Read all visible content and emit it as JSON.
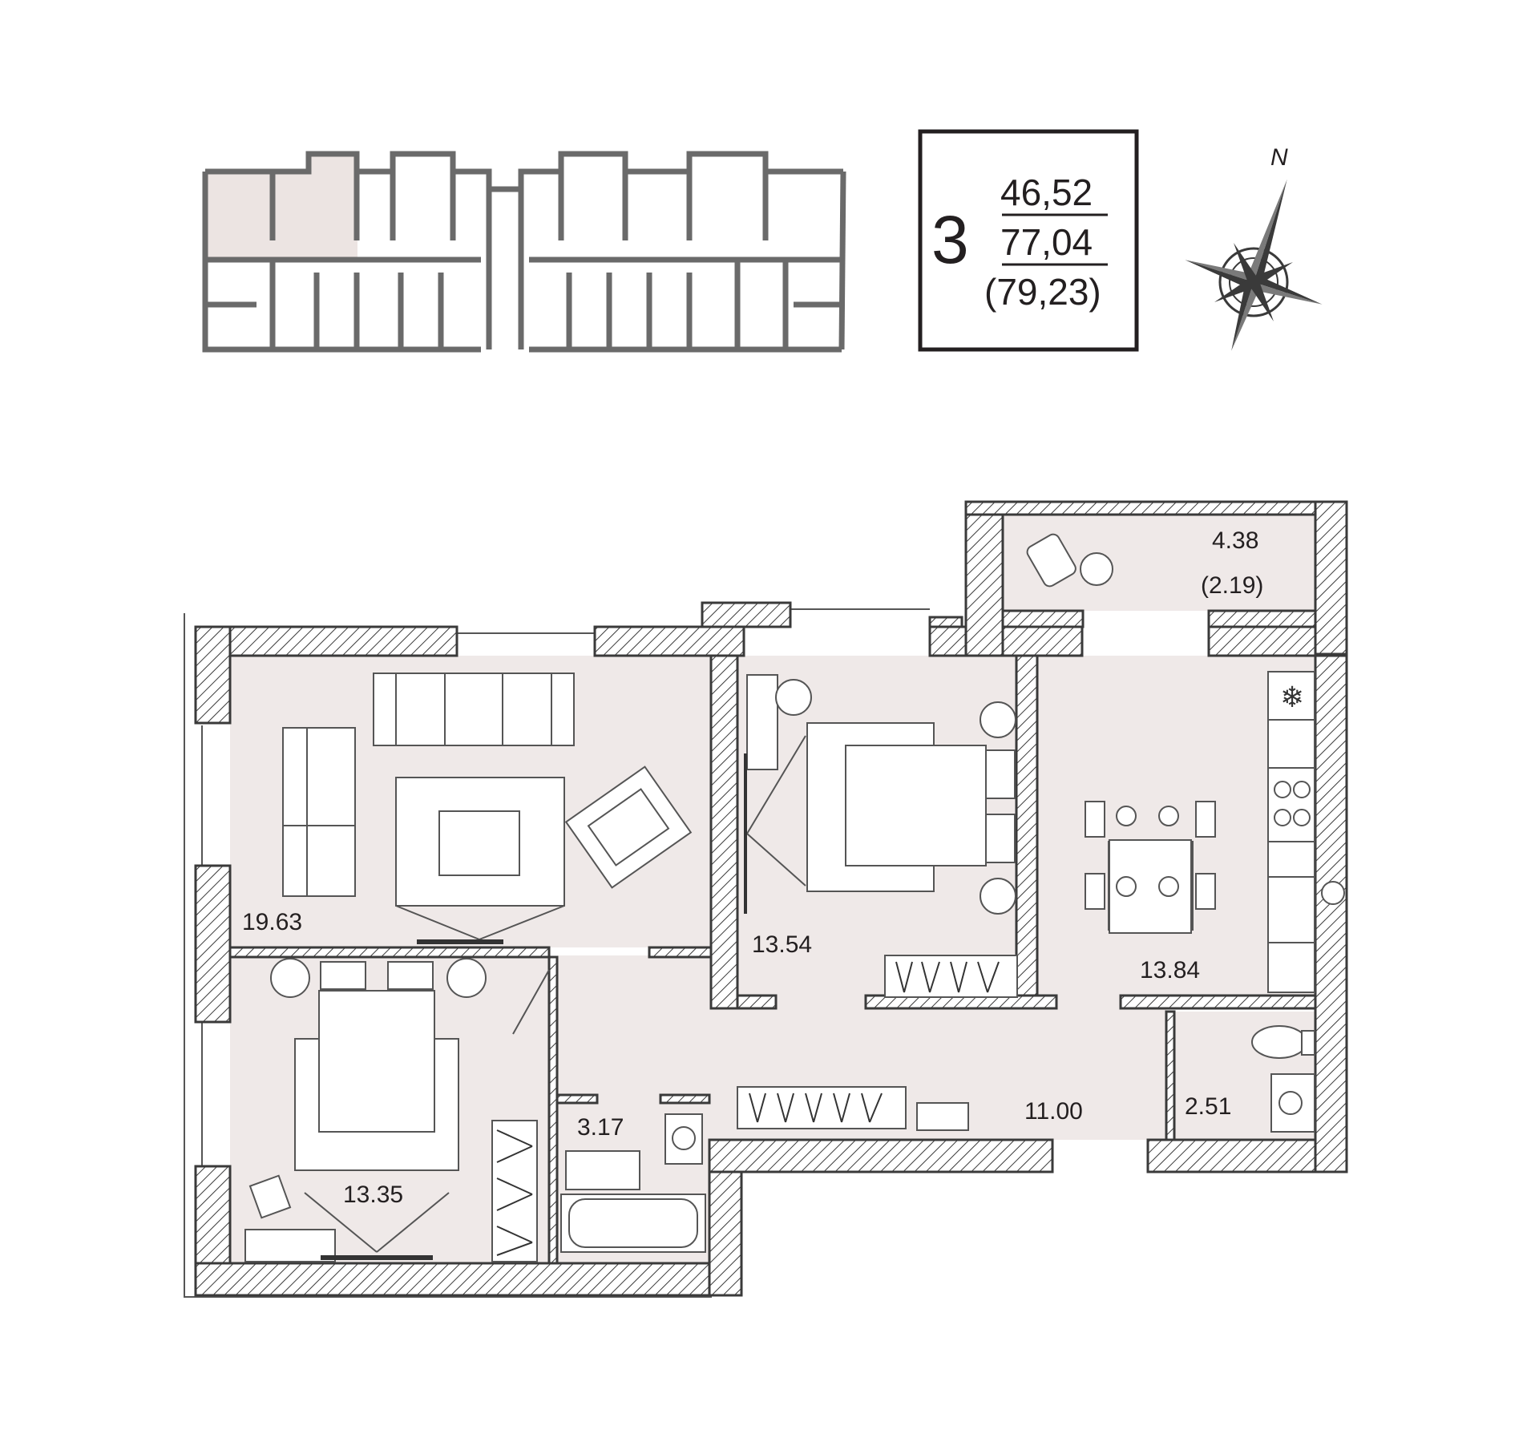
{
  "summary": {
    "rooms_count": "3",
    "living_area": "46,52",
    "total_area": "77,04",
    "total_with_balcony": "(79,23)"
  },
  "compass": {
    "label": "N"
  },
  "rooms": {
    "living_room": "19.63",
    "bedroom_1": "13.54",
    "kitchen": "13.84",
    "bedroom_2": "13.35",
    "hallway": "11.00",
    "bathroom": "3.17",
    "wc": "2.51",
    "balcony": "4.38",
    "balcony_reduced": "(2.19)"
  },
  "colors": {
    "walls": "#3a3a3a",
    "floor_fill": "#efe9e8",
    "highlight": "#ece4e2",
    "text": "#231f20"
  }
}
